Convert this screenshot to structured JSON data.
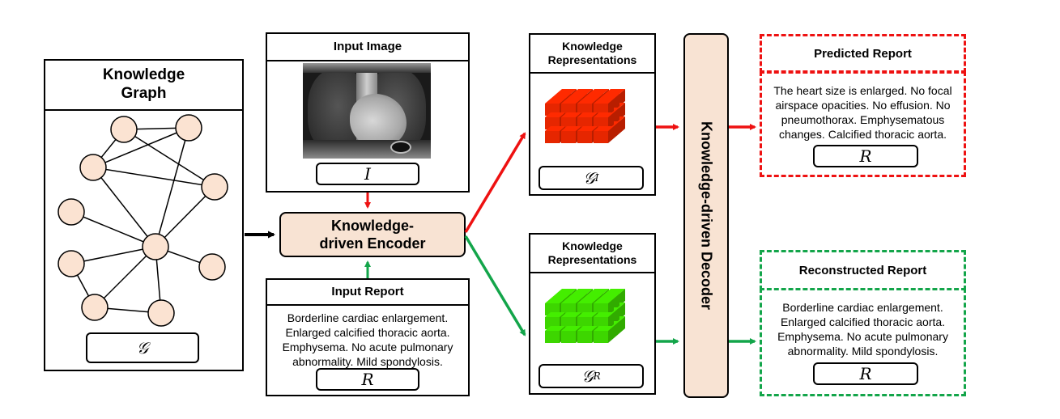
{
  "knowledge_graph": {
    "title": "Knowledge Graph",
    "symbol": "𝒢",
    "node_color": "#fbe3d2"
  },
  "input_image": {
    "title": "Input Image",
    "symbol": "I"
  },
  "input_report": {
    "title": "Input Report",
    "text": "Borderline cardiac enlargement. Enlarged calcified thoracic aorta. Emphysema. No acute pulmonary abnormality. Mild spondylosis.",
    "symbol": "R"
  },
  "encoder": {
    "label": "Knowledge-driven Encoder",
    "fill": "#f8e3d3"
  },
  "decoder": {
    "label": "Knowledge-driven Decoder",
    "fill": "#f8e3d3"
  },
  "representations_image": {
    "title": "Knowledge Representations",
    "symbol": "𝒢",
    "subscript": "I",
    "color": "#ff2a00"
  },
  "representations_report": {
    "title": "Knowledge Representations",
    "symbol": "𝒢",
    "subscript": "R",
    "color": "#44ee00"
  },
  "predicted_report": {
    "title": "Predicted Report",
    "text": "The heart size is enlarged. No focal airspace opacities. No effusion. No pneumothorax. Emphysematous changes. Calcified thoracic aorta.",
    "symbol": "R",
    "border_color": "#ee1111"
  },
  "reconstructed_report": {
    "title": "Reconstructed Report",
    "text": "Borderline cardiac enlargement. Enlarged calcified thoracic aorta. Emphysema. No acute pulmonary abnormality. Mild spondylosis.",
    "symbol": "R",
    "border_color": "#13a54a"
  },
  "arrow_colors": {
    "image": "#ee1111",
    "report": "#13a54a",
    "graph": "#000000"
  }
}
